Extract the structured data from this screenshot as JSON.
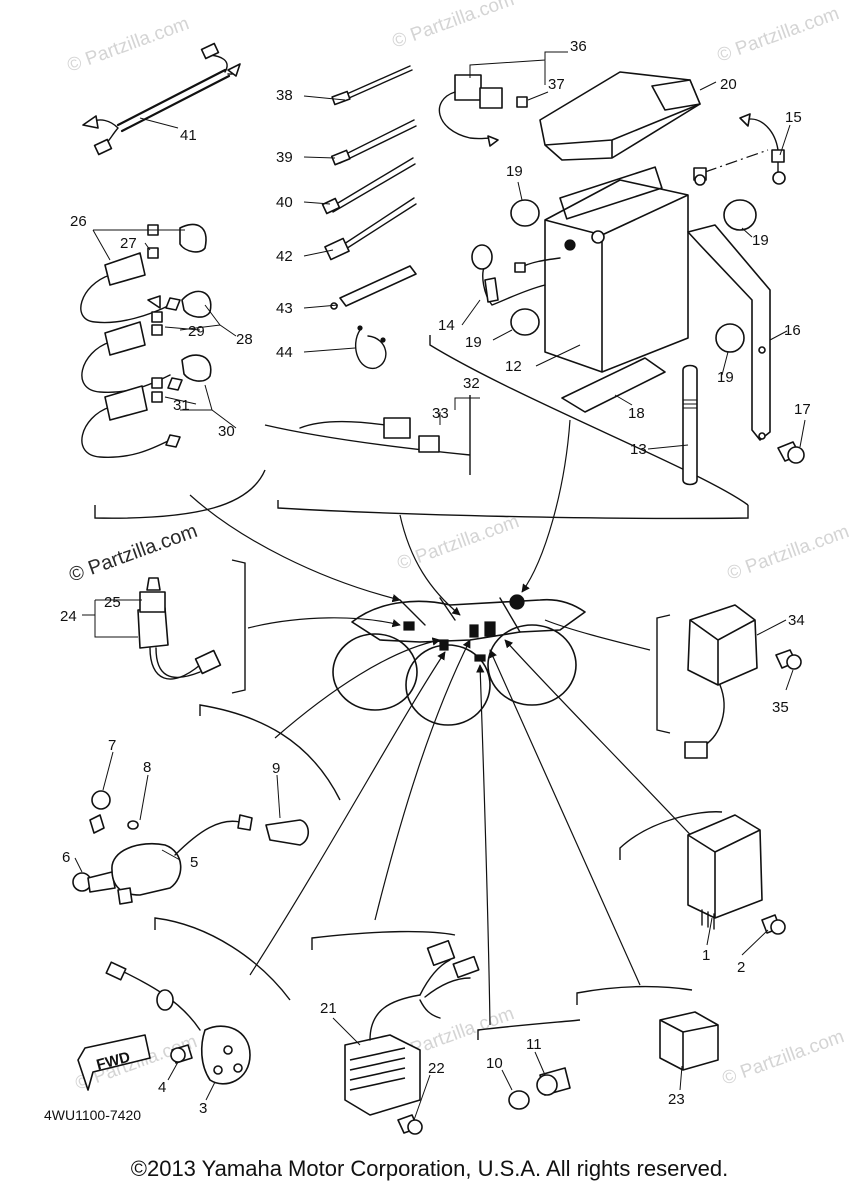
{
  "watermark_text": "© Partzilla.com",
  "diagram_code": "4WU1100-7420",
  "fwd_label": "FWD",
  "copyright": "©2013  Yamaha Motor Corporation, U.S.A. All rights reserved.",
  "callouts": {
    "n1": "1",
    "n2": "2",
    "n3": "3",
    "n4": "4",
    "n5": "5",
    "n6": "6",
    "n7": "7",
    "n8": "8",
    "n9": "9",
    "n10": "10",
    "n11": "11",
    "n12": "12",
    "n13": "13",
    "n14": "14",
    "n15": "15",
    "n16": "16",
    "n17": "17",
    "n18": "18",
    "n19a": "19",
    "n19b": "19",
    "n19c": "19",
    "n19d": "19",
    "n20": "20",
    "n21": "21",
    "n22": "22",
    "n23": "23",
    "n24": "24",
    "n25": "25",
    "n26": "26",
    "n27": "27",
    "n28": "28",
    "n29": "29",
    "n30": "30",
    "n31": "31",
    "n32": "32",
    "n33": "33",
    "n34": "34",
    "n35": "35",
    "n36": "36",
    "n37": "37",
    "n38": "38",
    "n39": "39",
    "n40": "40",
    "n41": "41",
    "n42": "42",
    "n43": "43",
    "n44": "44"
  }
}
